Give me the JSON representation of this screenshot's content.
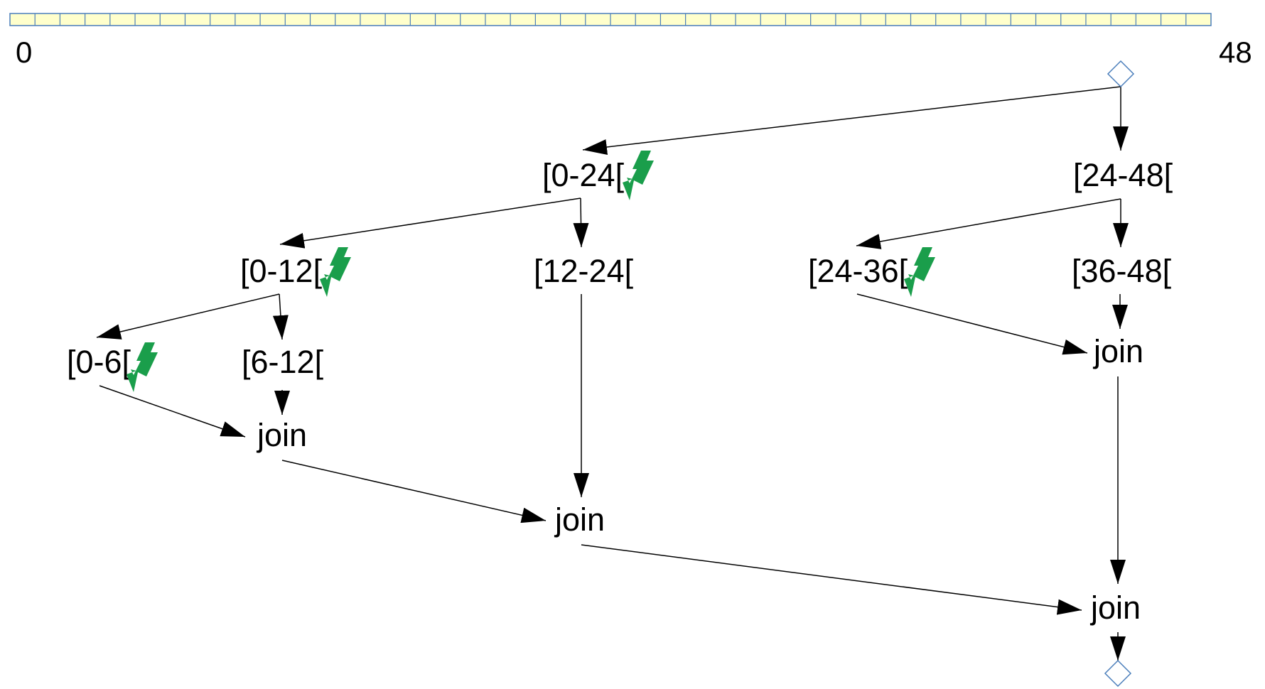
{
  "scale": {
    "start_label": "0",
    "end_label": "48",
    "segments": 48
  },
  "nodes": [
    {
      "id": "start",
      "kind": "diamond"
    },
    {
      "id": "r0_24",
      "kind": "task",
      "label": "[0-24[",
      "bolt": true
    },
    {
      "id": "r24_48",
      "kind": "task",
      "label": "[24-48[",
      "bolt": false
    },
    {
      "id": "r0_12",
      "kind": "task",
      "label": "[0-12[",
      "bolt": true
    },
    {
      "id": "r12_24",
      "kind": "task",
      "label": "[12-24[",
      "bolt": false
    },
    {
      "id": "r24_36",
      "kind": "task",
      "label": "[24-36[",
      "bolt": true
    },
    {
      "id": "r36_48",
      "kind": "task",
      "label": "[36-48[",
      "bolt": false
    },
    {
      "id": "r0_6",
      "kind": "task",
      "label": "[0-6[",
      "bolt": true
    },
    {
      "id": "r6_12",
      "kind": "task",
      "label": "[6-12[",
      "bolt": false
    },
    {
      "id": "join_a",
      "kind": "join",
      "label": "join"
    },
    {
      "id": "join_b",
      "kind": "join",
      "label": "join"
    },
    {
      "id": "join_c",
      "kind": "join",
      "label": "join"
    },
    {
      "id": "join_d",
      "kind": "join",
      "label": "join"
    },
    {
      "id": "end",
      "kind": "diamond"
    }
  ],
  "edges": [
    [
      "start",
      "r0_24"
    ],
    [
      "start",
      "r24_48"
    ],
    [
      "r0_24",
      "r0_12"
    ],
    [
      "r0_24",
      "r12_24"
    ],
    [
      "r24_48",
      "r24_36"
    ],
    [
      "r24_48",
      "r36_48"
    ],
    [
      "r0_12",
      "r0_6"
    ],
    [
      "r0_12",
      "r6_12"
    ],
    [
      "r0_6",
      "join_a"
    ],
    [
      "r6_12",
      "join_a"
    ],
    [
      "r24_36",
      "join_b"
    ],
    [
      "r36_48",
      "join_b"
    ],
    [
      "join_a",
      "join_c"
    ],
    [
      "r12_24",
      "join_c"
    ],
    [
      "join_c",
      "join_d"
    ],
    [
      "join_b",
      "join_d"
    ],
    [
      "join_d",
      "end"
    ]
  ],
  "colors": {
    "scale_fill": "#ffffcc",
    "scale_stroke": "#4a7ebb",
    "diamond_stroke": "#4a7ebb",
    "bolt": "#1a9e4b",
    "edge": "#000000"
  }
}
